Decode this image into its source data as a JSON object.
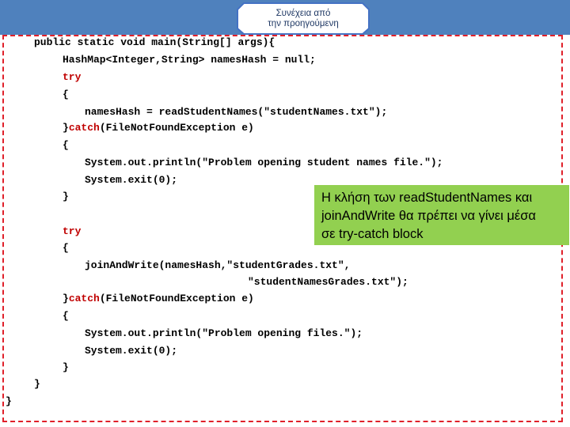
{
  "callout": {
    "line1": "Συνέχεια από",
    "line2": "την προηγούμενη"
  },
  "code": {
    "l1": "public static void main(String[] args){",
    "l2": "HashMap<Integer,String> namesHash = null;",
    "l3": "try",
    "l4": "{",
    "l5": "namesHash = readStudentNames(\"studentNames.txt\");",
    "l6_brace": "}",
    "l6_kw": "catch",
    "l6_rest": "(FileNotFoundException e)",
    "l7": "{",
    "l8": "System.out.println(\"Problem opening student names file.\");",
    "l9": "System.exit(0);",
    "l10": "}",
    "l11": "try",
    "l12": "{",
    "l13": "joinAndWrite(namesHash,\"studentGrades.txt\",",
    "l14": "\"studentNamesGrades.txt\");",
    "l15_brace": "}",
    "l15_kw": "catch",
    "l15_rest": "(FileNotFoundException e)",
    "l16": "{",
    "l17": "System.out.println(\"Problem opening files.\");",
    "l18": "System.exit(0);",
    "l19": "}",
    "l20": "}",
    "l21": "}"
  },
  "note": {
    "line1": "Η κλήση των readStudentNames και",
    "line2": "joinAndWrite θα πρέπει να γίνει μέσα",
    "line3": "σε try-catch block"
  },
  "colors": {
    "topbar": "#4f81bd",
    "frame_border": "#e0202a",
    "keyword": "#c00000",
    "note_background": "#92d050"
  }
}
